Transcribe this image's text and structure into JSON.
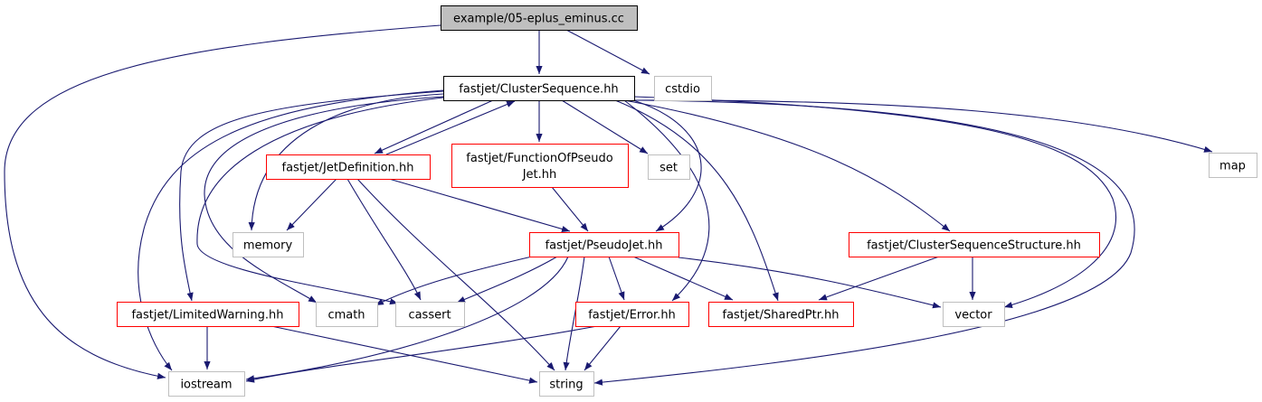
{
  "graph": {
    "edge_color": "#191970",
    "nodes": [
      {
        "id": "root",
        "label": [
          "example/05-eplus_eminus.cc"
        ],
        "style": "root"
      },
      {
        "id": "cs",
        "label": [
          "fastjet/ClusterSequence.hh"
        ],
        "style": "main"
      },
      {
        "id": "cstdio",
        "label": [
          "cstdio"
        ],
        "style": "gray"
      },
      {
        "id": "jetdef",
        "label": [
          "fastjet/JetDefinition.hh"
        ],
        "style": "red"
      },
      {
        "id": "fopj",
        "label": [
          "fastjet/FunctionOfPseudo",
          "Jet.hh"
        ],
        "style": "red"
      },
      {
        "id": "set",
        "label": [
          "set"
        ],
        "style": "gray"
      },
      {
        "id": "map",
        "label": [
          "map"
        ],
        "style": "gray"
      },
      {
        "id": "memory",
        "label": [
          "memory"
        ],
        "style": "gray"
      },
      {
        "id": "pj",
        "label": [
          "fastjet/PseudoJet.hh"
        ],
        "style": "red"
      },
      {
        "id": "css",
        "label": [
          "fastjet/ClusterSequenceStructure.hh"
        ],
        "style": "red"
      },
      {
        "id": "lw",
        "label": [
          "fastjet/LimitedWarning.hh"
        ],
        "style": "red"
      },
      {
        "id": "cmath",
        "label": [
          "cmath"
        ],
        "style": "gray"
      },
      {
        "id": "cassert",
        "label": [
          "cassert"
        ],
        "style": "gray"
      },
      {
        "id": "err",
        "label": [
          "fastjet/Error.hh"
        ],
        "style": "red"
      },
      {
        "id": "sp",
        "label": [
          "fastjet/SharedPtr.hh"
        ],
        "style": "red"
      },
      {
        "id": "vector",
        "label": [
          "vector"
        ],
        "style": "gray"
      },
      {
        "id": "iostream",
        "label": [
          "iostream"
        ],
        "style": "gray"
      },
      {
        "id": "string",
        "label": [
          "string"
        ],
        "style": "gray"
      }
    ],
    "edges": [
      [
        "root",
        "cs"
      ],
      [
        "root",
        "cstdio"
      ],
      [
        "root",
        "iostream"
      ],
      [
        "cs",
        "jetdef"
      ],
      [
        "jetdef",
        "cs"
      ],
      [
        "cs",
        "fopj"
      ],
      [
        "cs",
        "set"
      ],
      [
        "cs",
        "map"
      ],
      [
        "cs",
        "memory"
      ],
      [
        "cs",
        "pj"
      ],
      [
        "cs",
        "css"
      ],
      [
        "cs",
        "lw"
      ],
      [
        "cs",
        "cmath"
      ],
      [
        "cs",
        "cassert"
      ],
      [
        "cs",
        "err"
      ],
      [
        "cs",
        "sp"
      ],
      [
        "cs",
        "vector"
      ],
      [
        "cs",
        "iostream"
      ],
      [
        "cs",
        "string"
      ],
      [
        "jetdef",
        "memory"
      ],
      [
        "jetdef",
        "pj"
      ],
      [
        "jetdef",
        "cassert"
      ],
      [
        "jetdef",
        "string"
      ],
      [
        "fopj",
        "pj"
      ],
      [
        "pj",
        "cmath"
      ],
      [
        "pj",
        "cassert"
      ],
      [
        "pj",
        "err"
      ],
      [
        "pj",
        "sp"
      ],
      [
        "pj",
        "vector"
      ],
      [
        "pj",
        "iostream"
      ],
      [
        "pj",
        "string"
      ],
      [
        "css",
        "sp"
      ],
      [
        "css",
        "vector"
      ],
      [
        "lw",
        "iostream"
      ],
      [
        "lw",
        "string"
      ],
      [
        "err",
        "iostream"
      ],
      [
        "err",
        "string"
      ]
    ]
  }
}
